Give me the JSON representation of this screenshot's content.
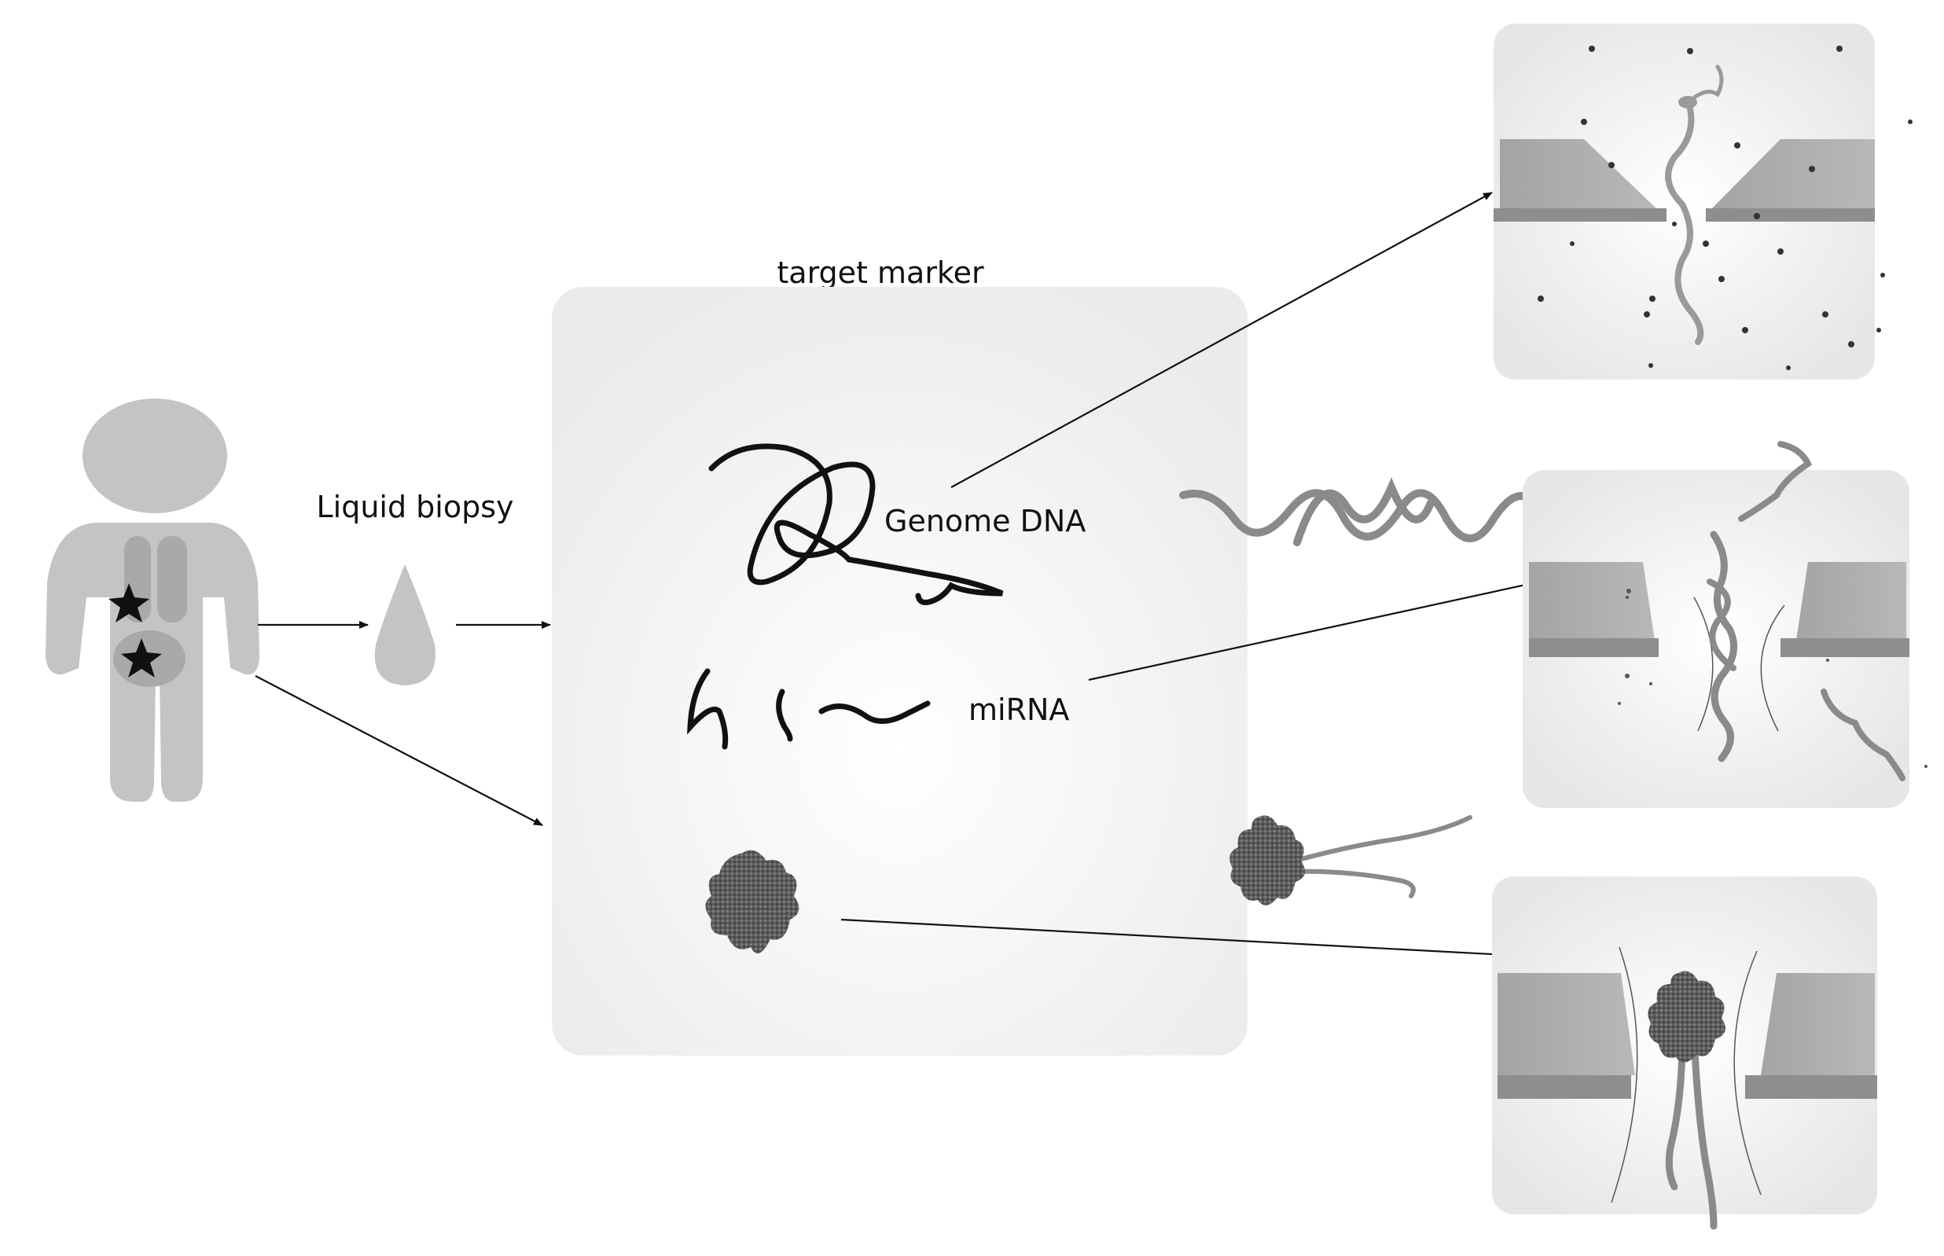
{
  "labels": {
    "liquid_biopsy": "Liquid biopsy",
    "target_marker": "target marker",
    "genome_dna": "Genome DNA",
    "mirna": "miRNA"
  },
  "colors": {
    "figure_gray": "#c4c4c4",
    "organ_gray": "#a9a9a9",
    "panel_gray": "#ececec",
    "membrane_gray": "#9a9a9a",
    "strand_gray": "#8a8a8a",
    "ink": "#111111"
  },
  "icons": [
    "person-icon",
    "tumor-star-icon",
    "blood-drop-icon",
    "genome-dna-strand-icon",
    "mirna-strand-icon",
    "protein-cluster-icon",
    "nanopore-dna-panel",
    "nanopore-mirna-panel",
    "nanopore-protein-panel"
  ]
}
